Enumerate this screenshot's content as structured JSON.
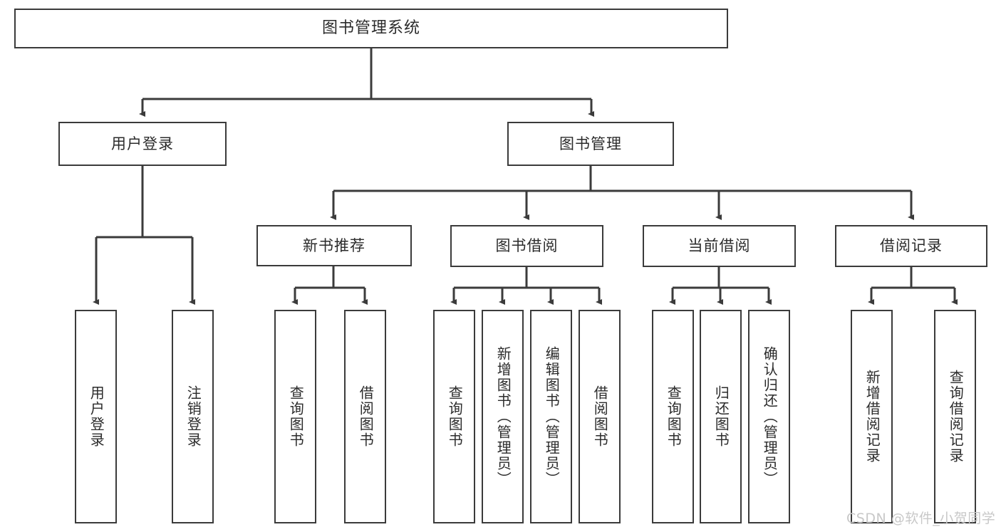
{
  "diagram": {
    "title": "图书管理系统",
    "type": "tree-hierarchy",
    "watermark": "CSDN @软件_小贺同学",
    "colors": {
      "background": "#ffffff",
      "node_border": "#3b3b3b",
      "node_fill": "#ffffff",
      "text": "#2b2b2b",
      "edge": "#3b3b3b",
      "watermark": "#c8c8c8"
    }
  },
  "root": {
    "label": "图书管理系统"
  },
  "level2": [
    {
      "label": "用户登录"
    },
    {
      "label": "图书管理"
    }
  ],
  "level3": [
    {
      "label": "新书推荐"
    },
    {
      "label": "图书借阅"
    },
    {
      "label": "当前借阅"
    },
    {
      "label": "借阅记录"
    }
  ],
  "leaves": {
    "user_login": [
      {
        "label": "用户登录"
      },
      {
        "label": "注销登录"
      }
    ],
    "new_book_recommend": [
      {
        "label": "查询图书"
      },
      {
        "label": "借阅图书"
      }
    ],
    "book_borrow": [
      {
        "label": "查询图书"
      },
      {
        "label": "新增图书（管理员）"
      },
      {
        "label": "编辑图书（管理员）"
      },
      {
        "label": "借阅图书"
      }
    ],
    "current_borrow": [
      {
        "label": "查询图书"
      },
      {
        "label": "归还图书"
      },
      {
        "label": "确认归还（管理员）"
      }
    ],
    "borrow_record": [
      {
        "label": "新增借阅记录"
      },
      {
        "label": "查询借阅记录"
      }
    ]
  }
}
